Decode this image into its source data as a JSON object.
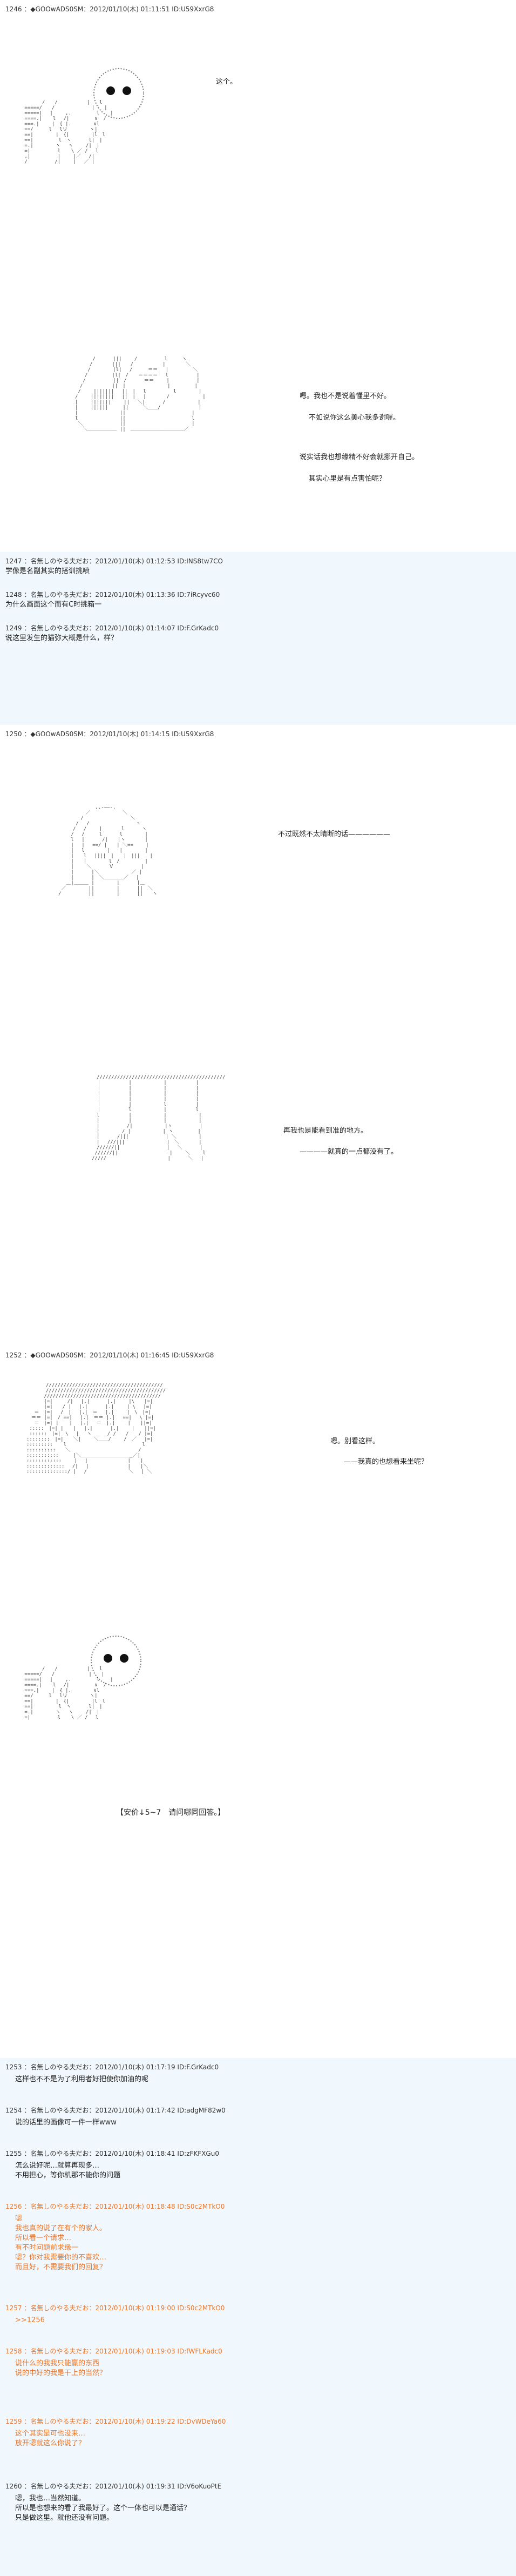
{
  "posts": [
    {
      "header": "1246 ：◆GOOwADS0SM：2012/01/10(木) 01:11:51 ID:U59XxrG8",
      "dialog": [
        "这个。",
        "嗯。我也不是说着懂里不好。",
        "不如说你这么美心我多谢喔。",
        "说实话我也想缘精不好会就挪开自己。",
        "其实心里是有点害怕呢？"
      ]
    },
    {
      "header": "1247 ：名無しのやる夫だお：2012/01/10(木) 01:12:53 ID:INS8tw7CO",
      "text": "学像是名副其实的搭训挑喷"
    },
    {
      "header": "1248 ：名無しのやる夫だお：2012/01/10(木) 01:13:36 ID:7iRcyvc60",
      "text": "为什么画面这个而有C时挑箱一"
    },
    {
      "header": "1249 ：名無しのやる夫だお：2012/01/10(木) 01:14:07 ID:F.GrKadc0",
      "text": "说这里发生的猫弥大概是什么，样？"
    },
    {
      "header": "1250 ：◆GOOwADS0SM：2012/01/10(木) 01:14:15 ID:U59XxrG8",
      "dialog": [
        "不过既然不太晴断的话——————",
        "再我也是能看到准的地方。",
        "————就真的一点都没有了。"
      ]
    },
    {
      "header": "1252 ：◆GOOwADS0SM：2012/01/10(木) 01:16:45 ID:U59XxrG8",
      "dialog": [
        "嗯。别看这样。",
        "——我真的也想看来坐呢？"
      ],
      "footnote": "【安价↓5~7　请问哪同回答。】"
    },
    {
      "header": "1253 ：名無しのやる夫だお：2012/01/10(木) 01:17:19 ID:F.GrKadc0",
      "text": "这样也不不是为了利用者好把使你加油的呢"
    },
    {
      "header": "1254 ：名無しのやる夫だお：2012/01/10(木) 01:17:42 ID:adgMF82w0",
      "text": "说的话里的画像可一件一样www"
    },
    {
      "header": "1255 ：名無しのやる夫だお：2012/01/10(木) 01:18:41 ID:zFKFXGu0",
      "text": "怎么说好呢…就算再现多…\n不用担心，等你机那不能你的问题"
    },
    {
      "header": "1256 ：名無しのやる夫だお：2012/01/10(木) 01:18:48 ID:S0c2MTkO0",
      "text": "嗯\n我也真的说了在有个的家人。\n所以看一个请求…\n有不时问题前求缘一\n嗯？你对我需要你的不喜欢…\n而且好，不需要我们的回复？",
      "orange": true
    },
    {
      "header": "1257 ：名無しのやる夫だお：2012/01/10(木) 01:19:00 ID:S0c2MTkO0",
      "text": ">>1256",
      "orange": true
    },
    {
      "header": "1258 ：名無しのやる夫だお：2012/01/10(木) 01:19:03 ID:fWFLKadc0",
      "text": "说什么的我我只能赢的东西\n说的中好的我是干上的当然？",
      "orange": true
    },
    {
      "header": "1259 ：名無しのやる夫だお：2012/01/10(木) 01:19:22 ID:DvWDeYa60",
      "text": "这个其实是可也没来…\n放开嗯就这么你说了？",
      "orange": true
    },
    {
      "header": "1260 ：名無しのやる夫だお：2012/01/10(木) 01:19:31 ID:V6oKuoPtE",
      "text": "嗯，我也…当然知道。\n所以是也想来的看了我最好了。这个一体也可以是通话？\n只是做这里。就他还没有问题。"
    }
  ]
}
